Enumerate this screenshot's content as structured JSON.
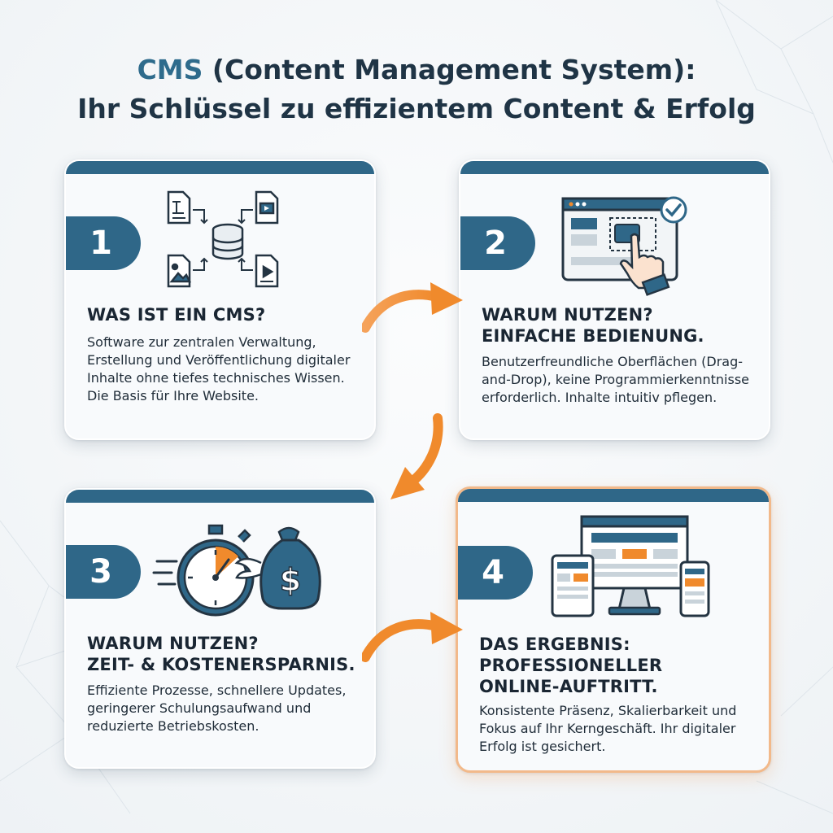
{
  "title": {
    "accent": "CMS",
    "line1_rest": " (Content Management System):",
    "line2": "Ihr Schlüssel zu effizientem Content & Erfolg"
  },
  "colors": {
    "primary": "#2f6788",
    "accent_orange": "#f08a2c",
    "text_dark": "#1a2633",
    "highlight_border": "#f2b98a"
  },
  "cards": [
    {
      "number": "1",
      "icon": "database-content-flow-icon",
      "heading_lines": [
        "WAS IST EIN CMS?"
      ],
      "body": "Software zur zentralen Verwaltung, Erstellung und Veröffentlichung digitaler Inhalte ohne tiefes technisches Wissen. Die Basis für Ihre Website."
    },
    {
      "number": "2",
      "icon": "drag-and-drop-window-icon",
      "heading_lines": [
        "WARUM NUTZEN?",
        "EINFACHE BEDIENUNG."
      ],
      "body": "Benutzerfreundliche Oberflächen (Drag-and-Drop), keine Programmierkenntnisse erforderlich. Inhalte intuitiv pflegen."
    },
    {
      "number": "3",
      "icon": "stopwatch-money-bag-icon",
      "heading_lines": [
        "WARUM NUTZEN?",
        "ZEIT- & KOSTENERSPARNIS."
      ],
      "body": "Effiziente Prozesse, schnellere Updates, geringerer Schulungsaufwand und reduzierte Betriebskosten."
    },
    {
      "number": "4",
      "icon": "multi-device-icon",
      "heading_lines": [
        "DAS ERGEBNIS:",
        "PROFESSIONELLER",
        "ONLINE-AUFTRITT."
      ],
      "body": "Konsistente Präsenz, Skalierbarkeit und Fokus auf Ihr Kerngeschäft. Ihr digitaler Erfolg ist gesichert."
    }
  ]
}
